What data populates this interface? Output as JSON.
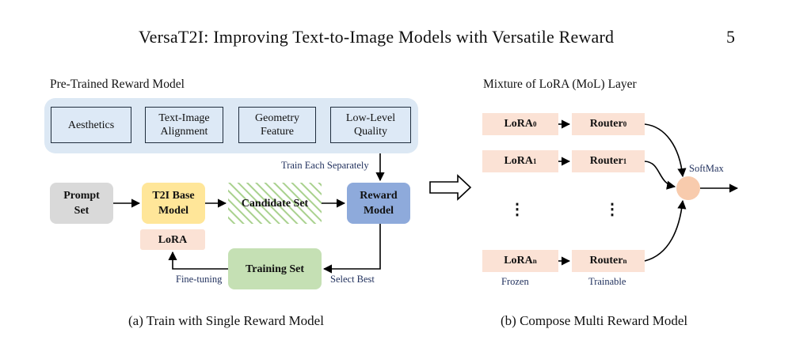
{
  "header": {
    "title": "VersaT2I: Improving Text-to-Image Models with Versatile Reward",
    "page_number": "5"
  },
  "panel_a": {
    "section_label": "Pre-Trained Reward Model",
    "reward_types": [
      "Aesthetics",
      "Text-Image Alignment",
      "Geometry Feature",
      "Low-Level Quality"
    ],
    "train_label": "Train Each Separately",
    "prompt_set": "Prompt Set",
    "t2i_model": "T2I Base Model",
    "candidate_set": "Candidate Set",
    "reward_model": "Reward Model",
    "lora": "LoRA",
    "training_set": "Training Set",
    "fine_tuning_label": "Fine-tuning",
    "select_best_label": "Select Best",
    "caption": "(a) Train with Single Reward Model"
  },
  "panel_b": {
    "section_label": "Mixture of LoRA (MoL) Layer",
    "lora_prefix": "LoRA",
    "router_prefix": "Router",
    "subscripts": [
      "0",
      "1",
      "n"
    ],
    "softmax_label": "SoftMax",
    "frozen_label": "Frozen",
    "trainable_label": "Trainable",
    "ellipsis": "⋮",
    "caption": "(b) Compose Multi Reward Model"
  },
  "colors": {
    "panel_bg": "#dce8f4",
    "prompt_set": "#d9d9d9",
    "t2i_model": "#ffe699",
    "candidate_hatch": "#a9d18e",
    "reward_model": "#8eaadb",
    "training_set": "#c5e0b4",
    "lora": "#fbe2d5",
    "softmax_circle": "#f8cbad"
  }
}
